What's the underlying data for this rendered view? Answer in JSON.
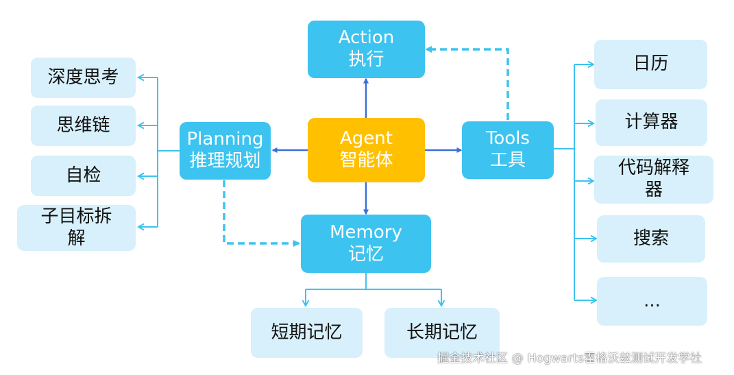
{
  "center": {
    "en": "Agent",
    "zh": "智能体"
  },
  "action": {
    "en": "Action",
    "zh": "执行"
  },
  "planning": {
    "en": "Planning",
    "zh": "推理规划"
  },
  "tools": {
    "en": "Tools",
    "zh": "工具"
  },
  "memory": {
    "en": "Memory",
    "zh": "记忆"
  },
  "planning_items": [
    {
      "lines": [
        "深度思考"
      ]
    },
    {
      "lines": [
        "思维链"
      ]
    },
    {
      "lines": [
        "自检"
      ]
    },
    {
      "lines": [
        "子目标拆",
        "解"
      ]
    }
  ],
  "tools_items": [
    {
      "lines": [
        "日历"
      ]
    },
    {
      "lines": [
        "计算器"
      ]
    },
    {
      "lines": [
        "代码解释",
        "器"
      ]
    },
    {
      "lines": [
        "搜索"
      ]
    },
    {
      "lines": [
        "..."
      ]
    }
  ],
  "memory_items": [
    {
      "lines": [
        "短期记忆"
      ]
    },
    {
      "lines": [
        "长期记忆"
      ]
    }
  ],
  "watermark": "掘金技术社区 @ Hogwarts霍格沃兹测试开发学社",
  "colors": {
    "main_box": "#3cc3f0",
    "center_box": "#ffc000",
    "leaf_box": "#d7f0fb",
    "solid_arrow": "#3a6fd8",
    "dashed_arrow": "#3cc3f0",
    "leaf_connector": "#3cc3f0"
  }
}
